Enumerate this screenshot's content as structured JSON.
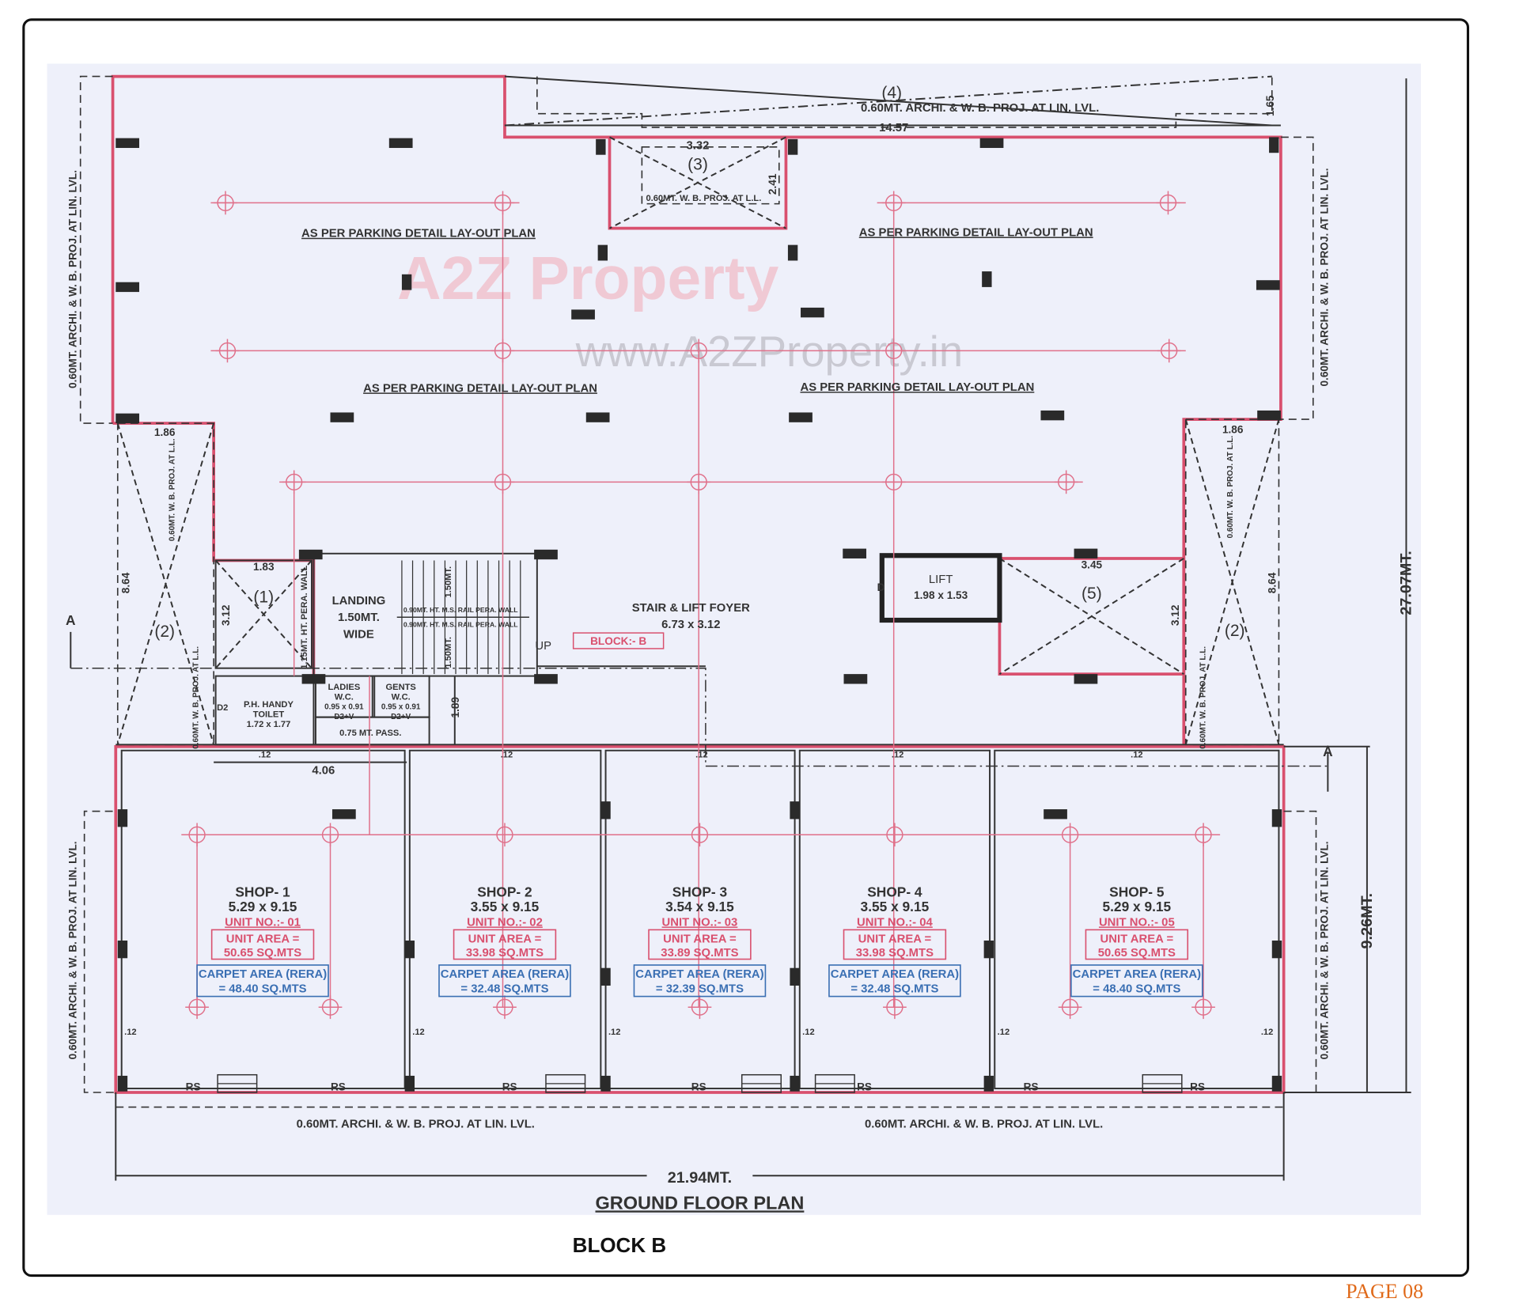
{
  "colors": {
    "wall": "#d9506e",
    "carpet": "#3a6fb3",
    "ink": "#333333",
    "page_label": "#e06a1a",
    "paper": "#eef0fa"
  },
  "plan": {
    "title": "GROUND FLOOR PLAN",
    "block": "BLOCK B",
    "page": "PAGE 08",
    "watermark": "www.A2ZProperty.in",
    "watermark_logo": "A2Z Property"
  },
  "labels": {
    "proj_top_num": "(4)",
    "proj_arch": "0.60MT. ARCHI. & W. B. PROJ. AT LIN. LVL.",
    "dim_1457": "14.57",
    "dim_165": "1.65",
    "dim_332": "3.32",
    "duct_3": "(3)",
    "proj_wb": "0.60MT. W. B. PROJ. AT L.L.",
    "dim_241": "2.41",
    "parking": "AS PER PARKING DETAIL LAY-OUT PLAN",
    "dim_186": "1.86",
    "dim_864": "8.64",
    "duct_2": "(2)",
    "dim_183": "1.83",
    "duct_1": "(1)",
    "dim_312": "3.12",
    "pera_wall": "1.15MT. HT. PERA. WALL",
    "landing_1": "LANDING",
    "landing_2": "1.50MT.",
    "landing_3": "WIDE",
    "rail": "0.90MT. HT. M.S. RAIL PERA. WALL",
    "dim_150": "1.50MT.",
    "up": "UP",
    "foyer": "STAIR & LIFT FOYER",
    "foyer_size": "6.73 x 3.12",
    "block_tag": "BLOCK:- B",
    "lift": "LIFT",
    "lift_size": "1.98 x 1.53",
    "door_d": "D",
    "dim_345": "3.45",
    "duct_5": "(5)",
    "dim_2707": "27.07MT.",
    "section_a": "A",
    "toilet_1": "P.H. HANDY",
    "toilet_2": "TOILET",
    "toilet_3": "1.72 x 1.77",
    "door_d2": "D2",
    "ladies_1": "LADIES",
    "gents_1": "GENTS",
    "wc": "W.C.",
    "wc_size": "0.95 x 0.91",
    "wc_door": "D2+V",
    "pass": "0.75 MT. PASS.",
    "dim_189": "1.89",
    "dim_406": "4.06",
    "dim_12": ".12",
    "rs": "RS",
    "dim_926": "9.26MT.",
    "dim_2194": "21.94MT."
  },
  "shops": [
    {
      "name": "SHOP- 1",
      "size": "5.29 x 9.15",
      "unit_no": "UNIT NO.:- 01",
      "unit_area_1": "UNIT AREA =",
      "unit_area_2": "50.65 SQ.MTS",
      "carpet_1": "CARPET AREA (RERA)",
      "carpet_2": "= 48.40 SQ.MTS"
    },
    {
      "name": "SHOP- 2",
      "size": "3.55 x 9.15",
      "unit_no": "UNIT NO.:- 02",
      "unit_area_1": "UNIT AREA =",
      "unit_area_2": "33.98 SQ.MTS",
      "carpet_1": "CARPET AREA (RERA)",
      "carpet_2": "= 32.48 SQ.MTS"
    },
    {
      "name": "SHOP- 3",
      "size": "3.54 x 9.15",
      "unit_no": "UNIT NO.:- 03",
      "unit_area_1": "UNIT AREA =",
      "unit_area_2": "33.89 SQ.MTS",
      "carpet_1": "CARPET AREA (RERA)",
      "carpet_2": "= 32.39 SQ.MTS"
    },
    {
      "name": "SHOP- 4",
      "size": "3.55 x 9.15",
      "unit_no": "UNIT NO.:- 04",
      "unit_area_1": "UNIT AREA =",
      "unit_area_2": "33.98 SQ.MTS",
      "carpet_1": "CARPET AREA (RERA)",
      "carpet_2": "= 32.48 SQ.MTS"
    },
    {
      "name": "SHOP- 5",
      "size": "5.29 x 9.15",
      "unit_no": "UNIT NO.:- 05",
      "unit_area_1": "UNIT AREA =",
      "unit_area_2": "50.65 SQ.MTS",
      "carpet_1": "CARPET AREA (RERA)",
      "carpet_2": "= 48.40 SQ.MTS"
    }
  ]
}
